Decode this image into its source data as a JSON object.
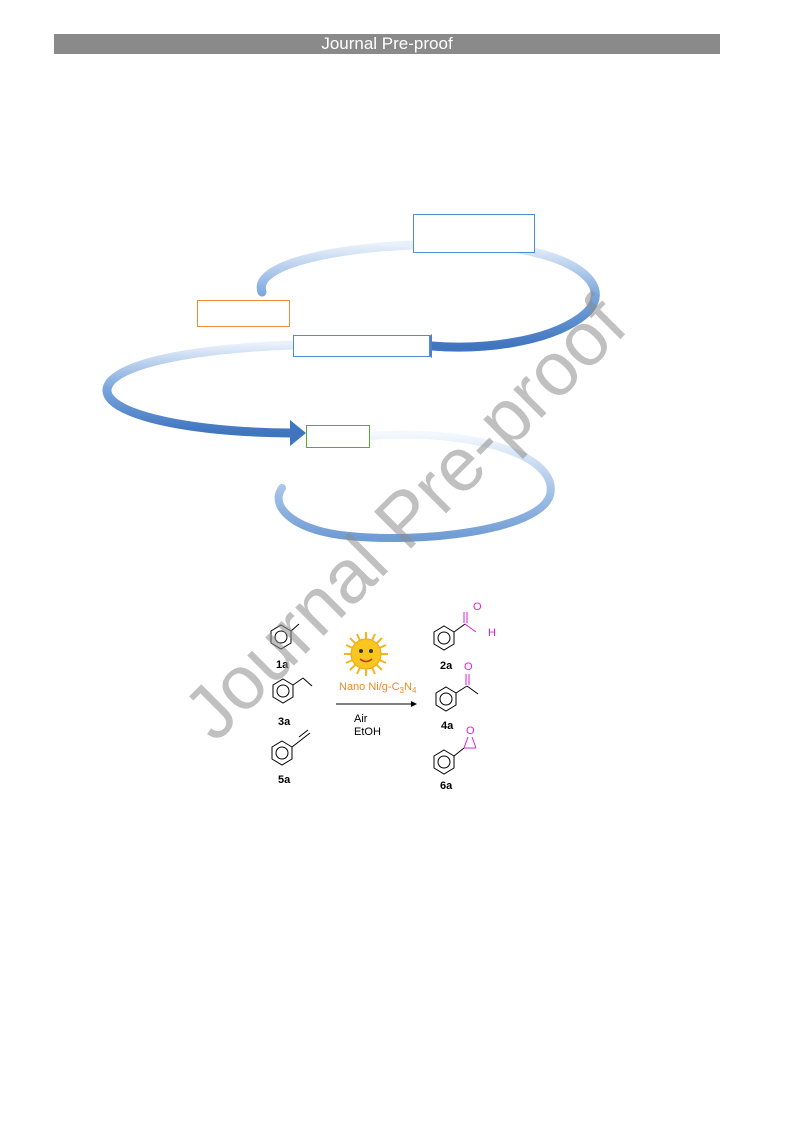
{
  "header": {
    "title": "Journal Pre-proof"
  },
  "scheme": {
    "catalyst_prefix": "Nano Ni/g-C",
    "catalyst_sub1": "3",
    "catalyst_mid": "N",
    "catalyst_sub2": "4",
    "condition_1": "Air",
    "condition_2": "EtOH",
    "compounds": {
      "c1": "1a",
      "c2": "2a",
      "c3": "3a",
      "c4": "4a",
      "c5": "5a",
      "c6": "6a"
    },
    "atoms": {
      "o_aldehyde": "O",
      "h_aldehyde": "H",
      "o_ketone": "O",
      "o_epoxide": "O"
    }
  },
  "watermark": {
    "text": "Journal Pre-proof"
  },
  "colors": {
    "header_bg": "#8a8a8a",
    "ribbon_blue": "#5d8fd0",
    "catalyst_orange": "#f08a1c",
    "product_magenta": "#e020e0",
    "box_blue": "#4f8fd0",
    "box_orange": "#f08a3c",
    "box_green": "#5aa83a"
  }
}
